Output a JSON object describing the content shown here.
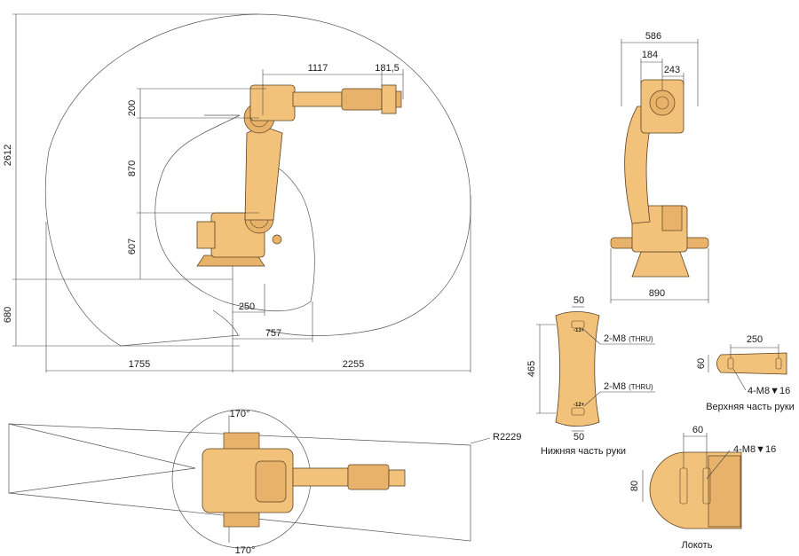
{
  "side_view": {
    "dims": {
      "reach_vertical": "2612",
      "h_200": "200",
      "h_870": "870",
      "h_607": "607",
      "h_680": "680",
      "top_1117": "1117",
      "top_181_5": "181,5",
      "d_250": "250",
      "d_757": "757",
      "d_1755": "1755",
      "d_2255": "2255"
    }
  },
  "front_view": {
    "dims": {
      "w_586": "586",
      "w_184": "184",
      "w_243": "243",
      "w_890": "890"
    }
  },
  "top_view": {
    "angle_top": "170°",
    "angle_bottom": "170°",
    "radius": "R2229"
  },
  "lower_arm": {
    "caption": "Нижняя часть руки",
    "d_50_top": "50",
    "d_50_bottom": "50",
    "d_465": "465",
    "hole_1": "2-M8",
    "hole_1_note": "(THRU)",
    "hole_2": "2-M8",
    "hole_2_note": "(THRU)",
    "mark_1": "-13+",
    "mark_2": "-12+"
  },
  "upper_arm": {
    "caption": "Верхняя часть руки",
    "d_250": "250",
    "d_60": "60",
    "holes": "4-M8",
    "depth": "16"
  },
  "elbow": {
    "caption": "Локоть",
    "d_60": "60",
    "d_80": "80",
    "holes": "4-M8",
    "depth": "16"
  },
  "colors": {
    "robot_fill": "#f2c27b",
    "robot_stroke": "#5a4020",
    "line": "#444444"
  }
}
